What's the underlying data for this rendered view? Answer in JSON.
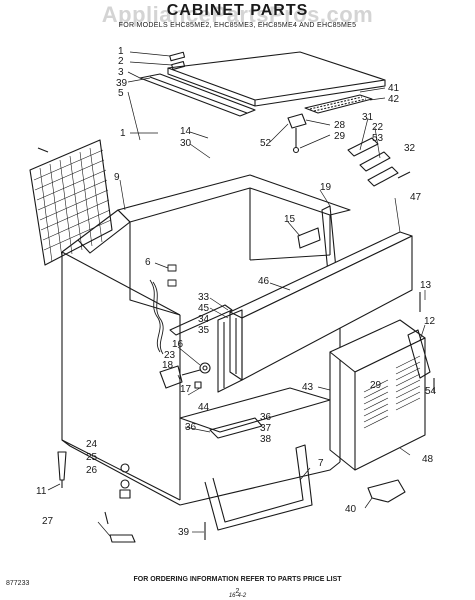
{
  "watermark": "AppliancePartsPros.com",
  "title": "CABINET PARTS",
  "subtitle": "FOR MODELS EHC85ME2, EHC85ME3, EHC85ME4 AND EHC85ME5",
  "labels": [
    "1",
    "2",
    "3",
    "39",
    "5",
    "41",
    "42",
    "1",
    "14",
    "30",
    "52",
    "28",
    "29",
    "31",
    "22",
    "53",
    "32",
    "9",
    "19",
    "15",
    "47",
    "6",
    "46",
    "13",
    "33",
    "45",
    "34",
    "35",
    "16",
    "12",
    "23",
    "18",
    "17",
    "44",
    "43",
    "29",
    "54",
    "36",
    "37",
    "38",
    "36",
    "48",
    "24",
    "25",
    "26",
    "11",
    "7",
    "27",
    "39",
    "40"
  ],
  "footer": {
    "code": "877233",
    "note": "FOR ORDERING INFORMATION REFER TO PARTS PRICE LIST",
    "page": "2",
    "ref": "16-4-2"
  },
  "colors": {
    "ink": "#1a1a1a",
    "paper": "#ffffff"
  }
}
